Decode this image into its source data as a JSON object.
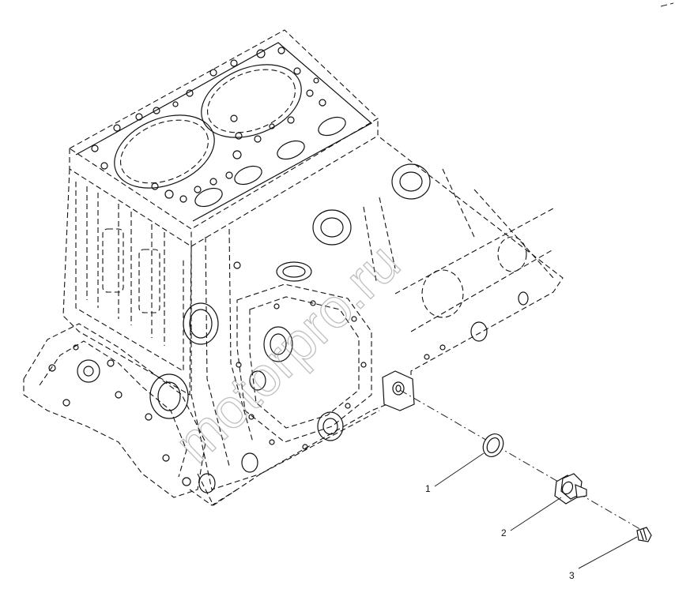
{
  "diagram": {
    "watermark": "motorpro.ru",
    "parts": [
      {
        "callout": "1",
        "name": "sealing ring"
      },
      {
        "callout": "2",
        "name": "fitting"
      },
      {
        "callout": "3",
        "name": "plug"
      }
    ]
  }
}
